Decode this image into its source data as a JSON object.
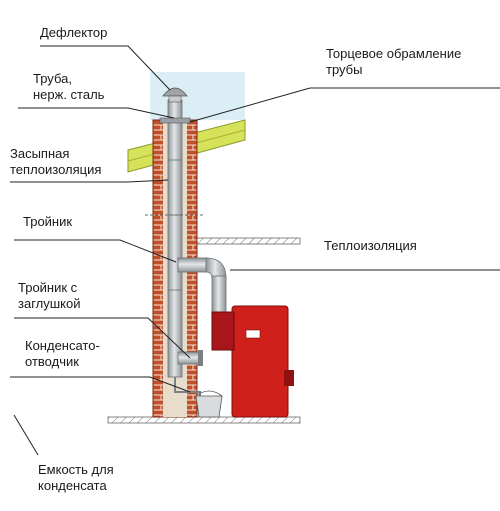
{
  "labels": {
    "deflector": "Дефлектор",
    "pipe": "Труба,\nнерж. сталь",
    "backfill_insulation": "Засыпная\nтеплоизоляция",
    "tee": "Тройник",
    "tee_with_plug": "Тройник с\nзаглушкой",
    "condensate_drain": "Конденсато-\nотводчик",
    "condensate_tank": "Емкость для\nконденсата",
    "end_trim": "Торцевое обрамление\nтрубы",
    "insulation": "Теплоизоляция"
  },
  "colors": {
    "brick": "#c0502a",
    "mortar": "#f2e6d8",
    "roof": "#d6e25a",
    "sky": "#dceef5",
    "pipe": "#b9bec2",
    "boiler": "#d0201c",
    "line": "#222222"
  }
}
